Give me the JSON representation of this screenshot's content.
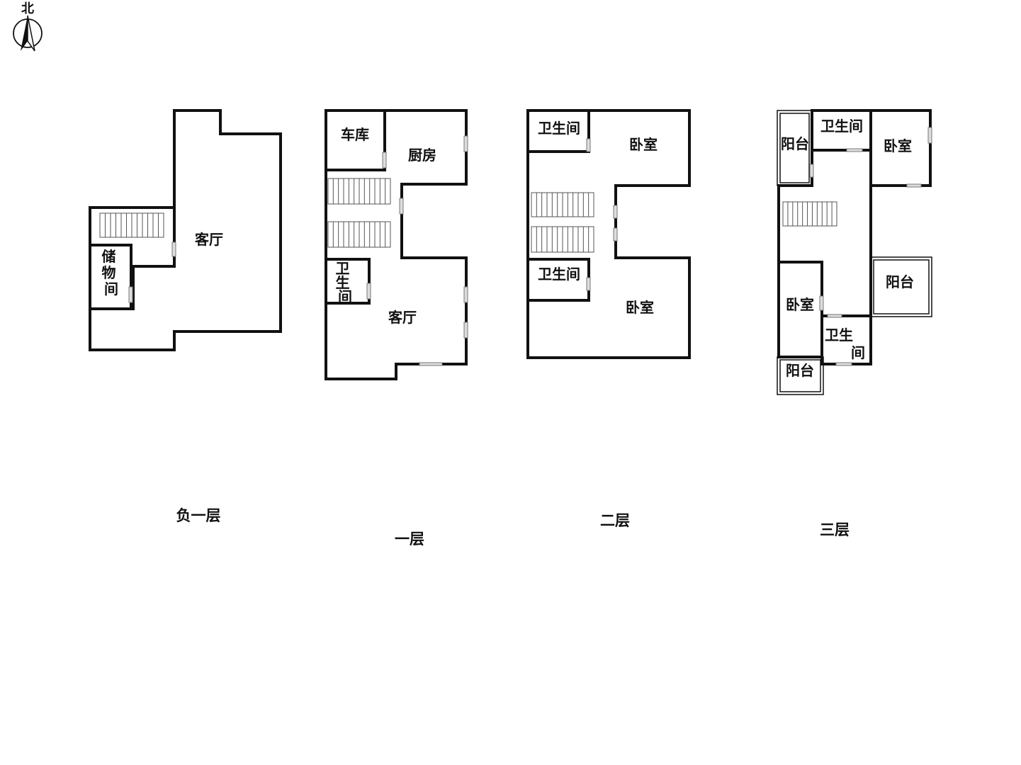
{
  "compass": {
    "label": "北",
    "icon": "north-arrow-icon"
  },
  "floors": [
    {
      "id": "b1",
      "label": "负一层",
      "rooms": [
        {
          "id": "b1-living",
          "label": "客厅"
        },
        {
          "id": "b1-storage",
          "label": "储物间"
        }
      ]
    },
    {
      "id": "f1",
      "label": "一层",
      "rooms": [
        {
          "id": "f1-garage",
          "label": "车库"
        },
        {
          "id": "f1-kitchen",
          "label": "厨房"
        },
        {
          "id": "f1-bath",
          "label": "卫生间"
        },
        {
          "id": "f1-living",
          "label": "客厅"
        }
      ]
    },
    {
      "id": "f2",
      "label": "二层",
      "rooms": [
        {
          "id": "f2-bath-top",
          "label": "卫生间"
        },
        {
          "id": "f2-bed-top",
          "label": "卧室"
        },
        {
          "id": "f2-bath-mid",
          "label": "卫生间"
        },
        {
          "id": "f2-bed-bottom",
          "label": "卧室"
        }
      ]
    },
    {
      "id": "f3",
      "label": "三层",
      "rooms": [
        {
          "id": "f3-balcony-top",
          "label": "阳台"
        },
        {
          "id": "f3-bath-top",
          "label": "卫生间"
        },
        {
          "id": "f3-bed-top",
          "label": "卧室"
        },
        {
          "id": "f3-balcony-right",
          "label": "阳台"
        },
        {
          "id": "f3-bed-left",
          "label": "卧室"
        },
        {
          "id": "f3-bath-bottom",
          "label": "卫生间"
        },
        {
          "id": "f3-balcony-bottom",
          "label": "阳台"
        }
      ]
    }
  ]
}
